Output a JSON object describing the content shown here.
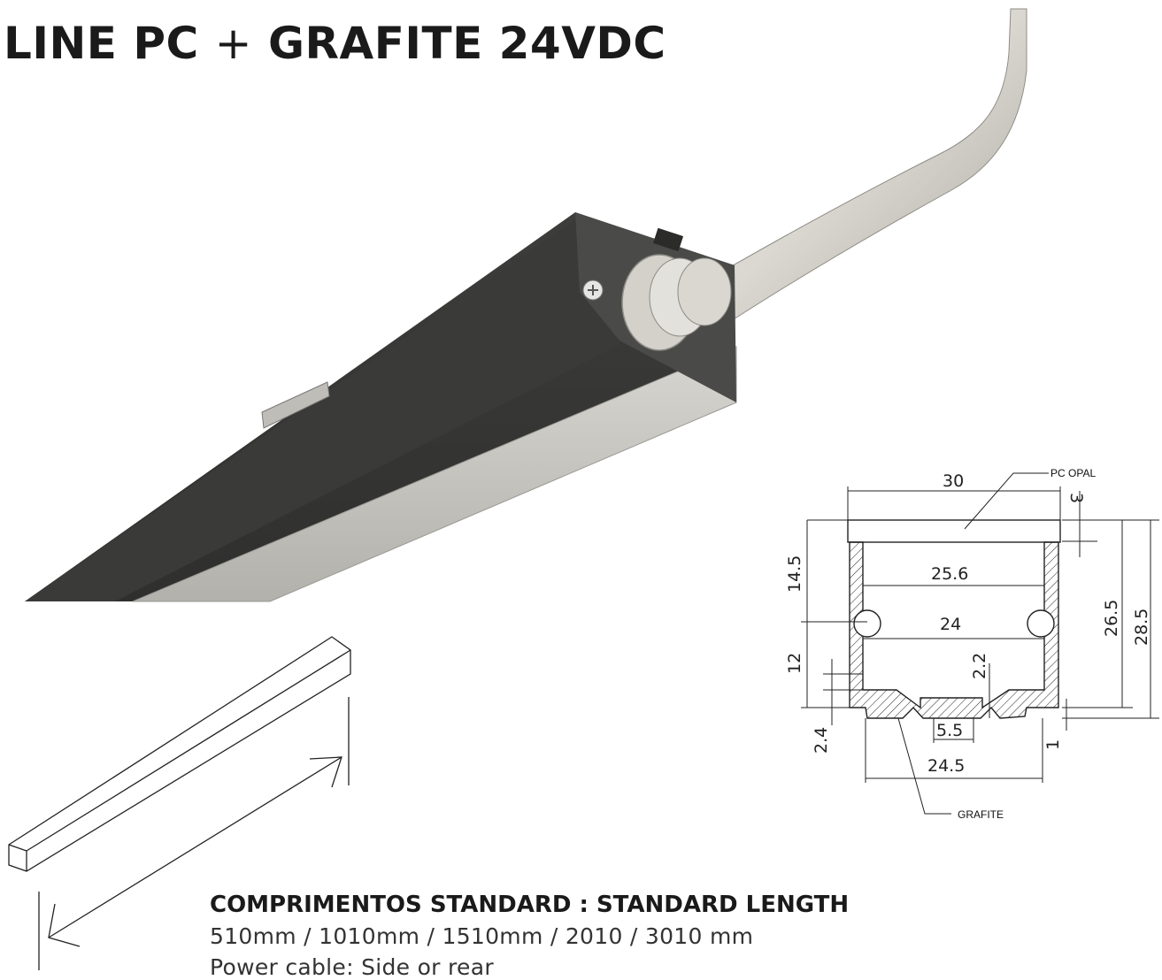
{
  "title": {
    "part1": "LINE PC",
    "plus": "+",
    "part2": "GRAFITE 24VDC"
  },
  "drawing": {
    "dims": {
      "width_total": "30",
      "top_cover": "3",
      "inner_width": "25.6",
      "screw_span": "24",
      "upper_height": "14.5",
      "lower_height": "12",
      "inner_height": "26.5",
      "total_height": "28.5",
      "foot_height": "2.2",
      "base_step": "2.4",
      "slot_width": "5.5",
      "base_width": "24.5",
      "base_offset": "1"
    },
    "labels": {
      "pc_opal": "PC OPAL",
      "grafite": "GRAFITE"
    }
  },
  "specs": {
    "heading": "COMPRIMENTOS STANDARD : STANDARD LENGTH",
    "lengths": "510mm / 1010mm / 1510mm / 2010 / 3010 mm",
    "cable": "Power cable: Side or rear"
  },
  "colors": {
    "profile_dark": "#4a4a48",
    "diffuser": "#c9c7c2",
    "cable": "#d6d4cc"
  }
}
